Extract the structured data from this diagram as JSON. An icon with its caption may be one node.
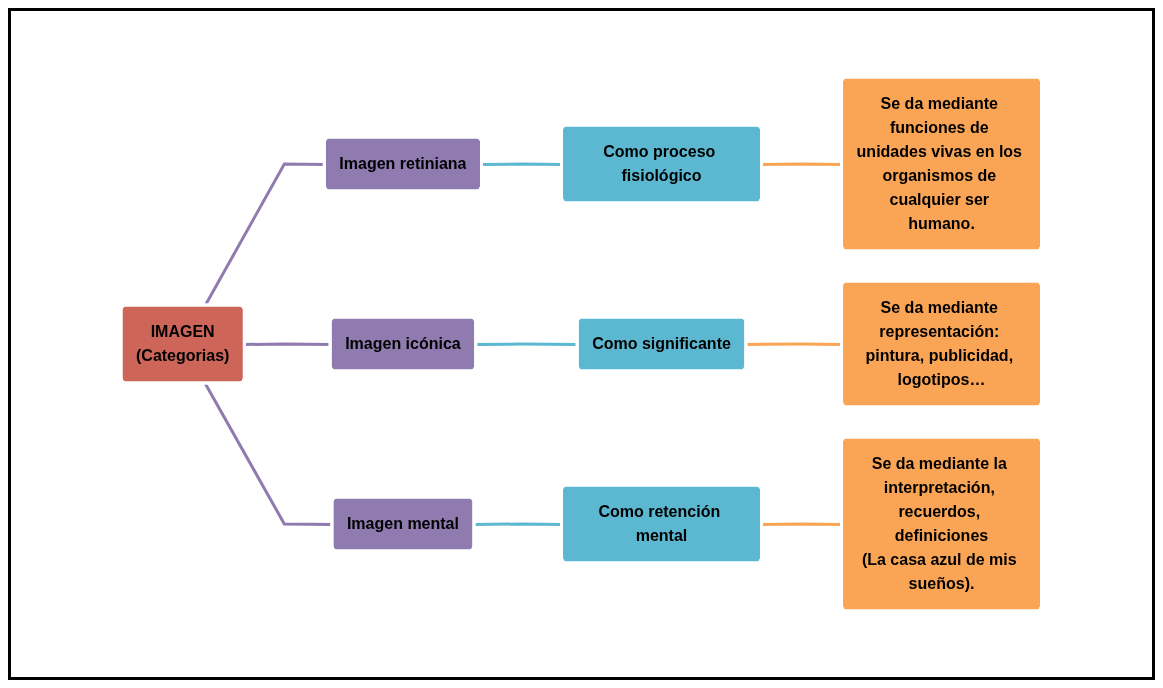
{
  "diagram": {
    "nodes": [
      {
        "text": [
          "IMAGEN",
          "(Categorias)"
        ]
      },
      {
        "text": [
          "Imagen retiniana"
        ]
      },
      {
        "text": [
          "Como proceso fisiológico"
        ]
      },
      {
        "text": [
          "Se da mediante funciones de unidades vivas en los organismos de cualquier ser humano."
        ]
      },
      {
        "text": [
          "Imagen icónica"
        ]
      },
      {
        "text": [
          "Como significante"
        ]
      },
      {
        "text": [
          "Se da mediante representación: pintura, publicidad, logotipos…"
        ]
      },
      {
        "text": [
          "Imagen mental"
        ]
      },
      {
        "text": [
          "Como retención mental"
        ]
      },
      {
        "text": [
          "Se da mediante la interpretación, recuerdos, definiciones",
          "(La casa azul de mis sueños)."
        ]
      }
    ],
    "edges": [
      {
        "from": 0,
        "to": 1,
        "arrow": "none",
        "color": "#8f7bb0"
      },
      {
        "from": 0,
        "to": 4,
        "arrow": "none",
        "color": "#8f7bb0"
      },
      {
        "from": 0,
        "to": 7,
        "arrow": "none",
        "color": "#8f7bb0"
      },
      {
        "from": 1,
        "to": 2,
        "arrow": "none",
        "color": "#5bb8d0"
      },
      {
        "from": 2,
        "to": 3,
        "arrow": "none",
        "color": "#f9a555"
      },
      {
        "from": 4,
        "to": 5,
        "arrow": "none",
        "color": "#5bb8d0"
      },
      {
        "from": 5,
        "to": 6,
        "arrow": "none",
        "color": "#f9a555"
      },
      {
        "from": 7,
        "to": 8,
        "arrow": "none",
        "color": "#5bb8d0"
      },
      {
        "from": 8,
        "to": 9,
        "arrow": "none",
        "color": "#f9a555"
      }
    ]
  }
}
